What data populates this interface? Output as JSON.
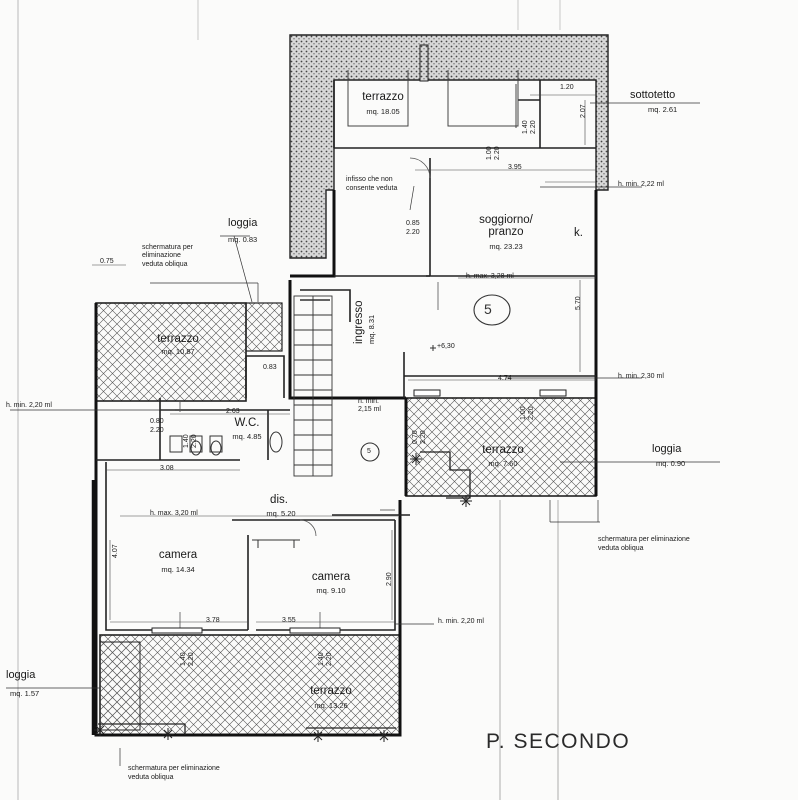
{
  "plan": {
    "floor_label": "P. SECONDO",
    "rooms": {
      "terrazzo_top": {
        "name": "terrazzo",
        "area": "mq. 18.05"
      },
      "sottotetto": {
        "name": "sottotetto",
        "area": "mq. 2.61"
      },
      "soggiorno": {
        "name": "soggiorno/\npranzo",
        "area": "mq. 23.23"
      },
      "terrazzo_left": {
        "name": "terrazzo",
        "area": "mq. 10.87"
      },
      "wc": {
        "name": "W.C.",
        "area": "mq. 4.85"
      },
      "ingresso": {
        "name": "ingresso",
        "area": "mq. 8.31"
      },
      "dis": {
        "name": "dis.",
        "area": "mq. 5.20"
      },
      "camera_left": {
        "name": "camera",
        "area": "mq. 14.34"
      },
      "camera_right": {
        "name": "camera",
        "area": "mq. 9.10"
      },
      "terrazzo_right": {
        "name": "terrazzo",
        "area": "mq. 7.60"
      },
      "terrazzo_bottom": {
        "name": "terrazzo",
        "area": "mq. 13.26"
      }
    },
    "loggias": {
      "top_left": {
        "name": "loggia",
        "area": "mq. 0.83"
      },
      "right": {
        "name": "loggia",
        "area": "mq. 0.90"
      },
      "bottom_left": {
        "name": "loggia",
        "area": "mq. 1.57"
      }
    },
    "notes": {
      "kitchen": "k.",
      "infisso": "infisso che non\nconsente veduta",
      "screen_top": "schermatura per\neliminazione\nveduta obliqua",
      "screen_right": "schermatura per eliminazione\nveduta obliqua",
      "screen_bottom": "schermatura per eliminazione\nveduta obliqua",
      "level": "+6,30",
      "circle_top": "5",
      "circle_mid": "5"
    },
    "heights": {
      "top_right": "h. min. 2,22 ml",
      "kmax": "h. max. 3,28 ml",
      "mid_right": "h. min. 2,30 ml",
      "left": "h. min. 2,20 ml",
      "center": "h. min.\n2,15 ml",
      "hmax_dis": "h. max. 3,20 ml",
      "bottom_right": "h. min. 2,20 ml"
    },
    "dims": {
      "d075": "0.75",
      "d120": "1.20",
      "d207": "2.07",
      "d395": "3.95",
      "d100": "1.00\n2.20",
      "d140_top": "1.40\n2.20",
      "d085": "0.85\n2.20",
      "d570": "5.70",
      "d474": "4.74",
      "d263": "2.63",
      "d080": "0.80\n2.20",
      "d140_wc": "1.40\n2.20",
      "d083": "0.83",
      "d308": "3.08",
      "d407": "4.07",
      "d290": "2.90",
      "d378": "3.78",
      "d355": "3.55",
      "d070": "0.70\n2.20",
      "d100_right": "1.00\n2.20",
      "d140_b1": "1.40\n2.20",
      "d140_b2": "1.40\n2.20"
    }
  }
}
